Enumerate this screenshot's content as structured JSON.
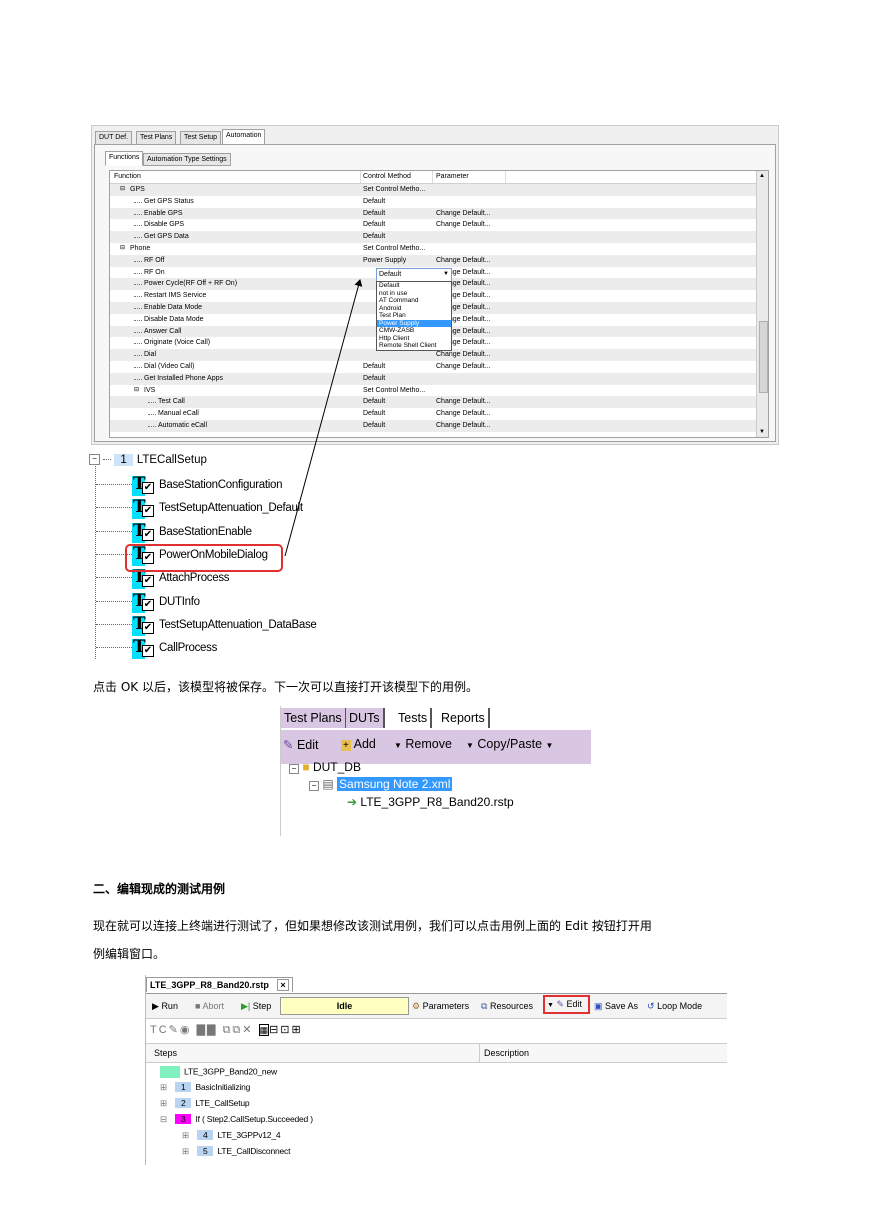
{
  "automation_panel": {
    "tabs": [
      "DUT Def.",
      "Test Plans",
      "Test Setup",
      "Automation"
    ],
    "subtabs": [
      "Functions",
      "Automation Type Settings"
    ],
    "columns": [
      "Function",
      "Control Method",
      "Parameter"
    ],
    "rows": [
      {
        "name": "GPS",
        "method": "Set Control Metho...",
        "param": ""
      },
      {
        "name": "Get GPS Status",
        "method": "Default",
        "param": ""
      },
      {
        "name": "Enable GPS",
        "method": "Default",
        "param": "Change Default..."
      },
      {
        "name": "Disable GPS",
        "method": "Default",
        "param": "Change Default..."
      },
      {
        "name": "Get GPS Data",
        "method": "Default",
        "param": ""
      },
      {
        "name": "Phone",
        "method": "Set Control Metho...",
        "param": ""
      },
      {
        "name": "RF Off",
        "method": "Power Supply",
        "param": "Change Default..."
      },
      {
        "name": "RF On",
        "method": "",
        "param": "Change Default..."
      },
      {
        "name": "Power Cycle(RF Off + RF On)",
        "method": "",
        "param": "Change Default..."
      },
      {
        "name": "Restart IMS Service",
        "method": "",
        "param": "Change Default..."
      },
      {
        "name": "Enable Data Mode",
        "method": "",
        "param": "Change Default..."
      },
      {
        "name": "Disable Data Mode",
        "method": "",
        "param": "Change Default..."
      },
      {
        "name": "Answer Call",
        "method": "",
        "param": "Change Default..."
      },
      {
        "name": "Originate (Voice Call)",
        "method": "",
        "param": "Change Default..."
      },
      {
        "name": "Dial",
        "method": "",
        "param": "Change Default..."
      },
      {
        "name": "Dial (Video Call)",
        "method": "Default",
        "param": "Change Default..."
      },
      {
        "name": "Get Installed Phone Apps",
        "method": "Default",
        "param": ""
      },
      {
        "name": "IVS",
        "method": "Set Control Metho...",
        "param": ""
      },
      {
        "name": "Test Call",
        "method": "Default",
        "param": "Change Default..."
      },
      {
        "name": "Manual eCall",
        "method": "Default",
        "param": "Change Default..."
      },
      {
        "name": "Automatic eCall",
        "method": "Default",
        "param": "Change Default..."
      }
    ],
    "dropdown_value": "Default",
    "dropdown_options": [
      "Default",
      "not in use",
      "AT Command",
      "Android",
      "Test Plan",
      "Power Supply",
      "CMW-ZASB",
      "Http Client",
      "Remote Shell Client"
    ],
    "dropdown_selected": "Power Supply"
  },
  "tree1": {
    "root_number": "1",
    "root_label": "LTECallSetup",
    "items": [
      "BaseStationConfiguration",
      "TestSetupAttenuation_Default",
      "BaseStationEnable",
      "PowerOnMobileDialog",
      "AttachProcess",
      "DUTInfo",
      "TestSetupAttenuation_DataBase",
      "CallProcess"
    ],
    "highlighted": "PowerOnMobileDialog",
    "highlight_color": "#e03030"
  },
  "text": {
    "para1": "点击 OK 以后，该模型将被保存。下一次可以直接打开该模型下的用例。",
    "heading2": "二、编辑现成的测试用例",
    "para2_line1": "现在就可以连接上终端进行测试了，但如果想修改该测试用例，我们可以点击用例上面的 Edit 按钮打开用",
    "para2_line2": "例编辑窗口。"
  },
  "dut_panel": {
    "tabs": [
      "Test Plans",
      "DUTs",
      "Tests",
      "Reports"
    ],
    "active_tab": "DUTs",
    "toolbar": {
      "edit": "Edit",
      "add": "Add",
      "remove": "Remove",
      "copy_paste": "Copy/Paste"
    },
    "tree": {
      "root": "DUT_DB",
      "file": "Samsung Note 2.xml",
      "testcase": "LTE_3GPP_R8_Band20.rstp"
    }
  },
  "editor_panel": {
    "tab_title": "LTE_3GPP_R8_Band20.rstp",
    "close": "×",
    "toolbar": {
      "run": "Run",
      "abort": "Abort",
      "step": "Step",
      "status": "Idle",
      "parameters": "Parameters",
      "resources": "Resources",
      "edit": "Edit",
      "save_as": "Save As",
      "loop_mode": "Loop Mode"
    },
    "columns": [
      "Steps",
      "Description"
    ],
    "root": "LTE_3GPP_Band20_new",
    "steps": [
      {
        "num": "1",
        "label": "BasicInitializing"
      },
      {
        "num": "2",
        "label": "LTE_CallSetup"
      },
      {
        "num": "3",
        "label": "If ( Step2.CallSetup.Succeeded )"
      },
      {
        "num": "4",
        "label": "LTE_3GPPv12_4"
      },
      {
        "num": "5",
        "label": "LTE_CallDisconnect"
      }
    ]
  },
  "colors": {
    "accent_cyan": "#00e0ff",
    "edit_highlight": "#e03030",
    "step_blue": "#b8d4f0",
    "step_magenta": "#ff00ff",
    "step_green": "#7ff0c0"
  }
}
